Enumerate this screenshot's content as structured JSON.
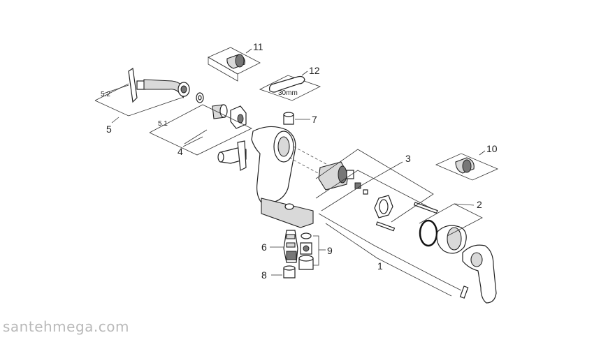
{
  "diagram": {
    "callouts": {
      "c1": "1",
      "c2": "2",
      "c3": "3",
      "c4": "4",
      "c5": "5",
      "c51": "5.1",
      "c52": "5.2",
      "c6": "6",
      "c7": "7",
      "c8": "8",
      "c9": "9",
      "c10": "10",
      "c11": "11",
      "c12": "12",
      "wrench_size": "30mm"
    }
  },
  "watermark": "santehmega.com"
}
